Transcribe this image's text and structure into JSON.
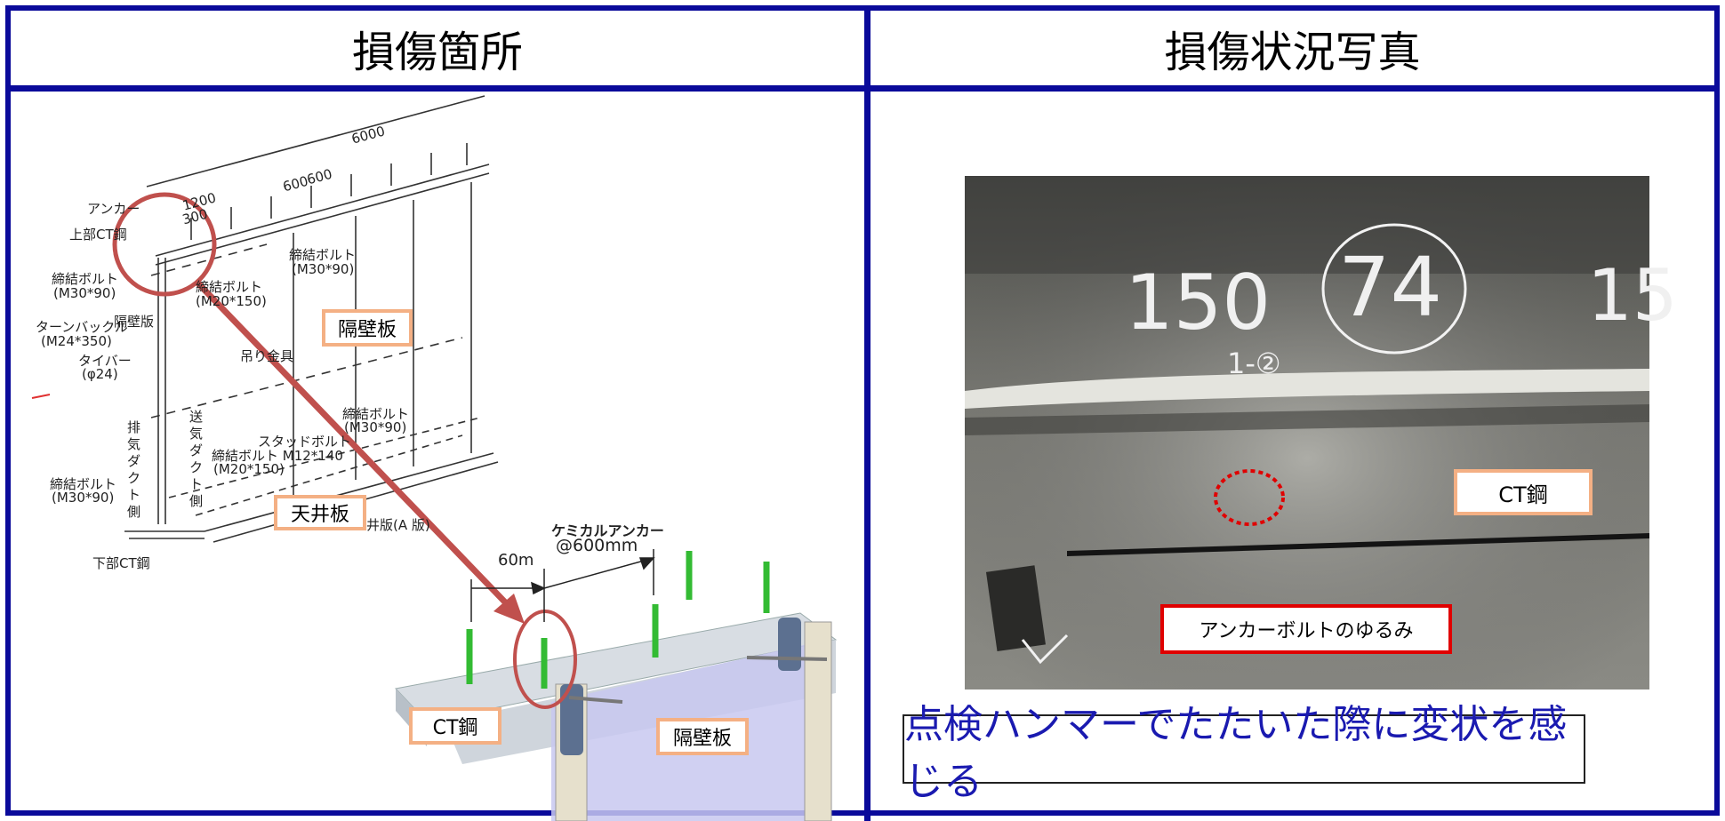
{
  "header": {
    "left_title": "損傷箇所",
    "right_title": "損傷状況写真"
  },
  "left_panel": {
    "drawing_labels": {
      "dim_6000": "6000",
      "dim_1200": "1200",
      "dim_300": "300",
      "dim_600a": "600",
      "dim_600b": "600",
      "anchor": "アンカー",
      "upper_ct": "上部CT鋼",
      "bolt_left": "締結ボルト",
      "bolt_left_size": "(M30*90)",
      "bolt_center_top": "締結ボルト",
      "bolt_center_top_size": "(M20*150)",
      "bolt_right_top": "締結ボルト",
      "bolt_right_top_size": "(M30*90)",
      "turnbuckle": "ターンバックル",
      "turnbuckle_size": "(M24*350)",
      "partition_plate": "隔壁版",
      "tie_bar": "タイバー",
      "tie_bar_size": "(φ24)",
      "hanger": "吊り金具",
      "exhaust_duct": "排気ダクト側",
      "supply_duct": "送気ダクト側",
      "bolt_right_mid": "締結ボルト",
      "bolt_right_mid_size": "(M30*90)",
      "stud_bolt": "スタッドボルト",
      "bolt_mid": "締結ボルト M12*140",
      "bolt_mid_size": "(M20*150)",
      "bolt_bottom_left": "締結ボルト",
      "bolt_bottom_left_size": "(M30*90)",
      "ceiling_a": "井版(A 版)",
      "lower_ct": "下部CT鋼",
      "chemical_anchor": "ケミカルアンカー",
      "anchor_pitch": "@600mm",
      "dim_60": "60m"
    },
    "callouts": {
      "partition": "隔壁板",
      "ceiling": "天井板",
      "ct_steel": "CT鋼",
      "partition_bottom": "隔壁板"
    }
  },
  "right_panel": {
    "photo_writing": [
      "150",
      "74",
      "1-②",
      "15"
    ],
    "callouts": {
      "ct_steel": "CT鋼",
      "anchor_loose": "アンカーボルトのゆるみ"
    },
    "caption": "点検ハンマーでたたいた際に変状を感じる"
  },
  "colors": {
    "frame": "#0a0a9a",
    "callout_border": "#f4b084",
    "alert_red": "#e00000",
    "arrow_red": "#c0504d",
    "caption_text": "#1a1ab0",
    "anchor_green": "#33bb33"
  }
}
